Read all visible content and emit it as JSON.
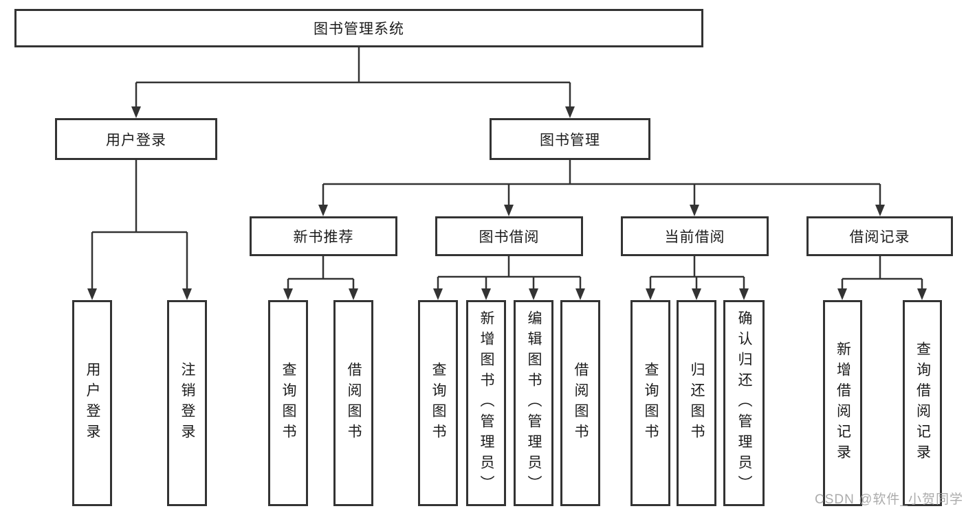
{
  "diagram": {
    "title": "图书管理系统",
    "tree": {
      "label": "图书管理系统",
      "children": [
        {
          "label": "用户登录",
          "children": [
            {
              "label": "用户登录"
            },
            {
              "label": "注销登录"
            }
          ]
        },
        {
          "label": "图书管理",
          "children": [
            {
              "label": "新书推荐",
              "children": [
                {
                  "label": "查询图书"
                },
                {
                  "label": "借阅图书"
                }
              ]
            },
            {
              "label": "图书借阅",
              "children": [
                {
                  "label": "查询图书"
                },
                {
                  "label": "新增图书（管理员）"
                },
                {
                  "label": "编辑图书（管理员）"
                },
                {
                  "label": "借阅图书"
                }
              ]
            },
            {
              "label": "当前借阅",
              "children": [
                {
                  "label": "查询图书"
                },
                {
                  "label": "归还图书"
                },
                {
                  "label": "确认归还（管理员）"
                }
              ]
            },
            {
              "label": "借阅记录",
              "children": [
                {
                  "label": "新增借阅记录"
                },
                {
                  "label": "查询借阅记录"
                }
              ]
            }
          ]
        }
      ]
    },
    "line_color": "#333333",
    "box_background": "#ffffff",
    "text_color": "#1c1c1c"
  },
  "watermark": {
    "text": "CSDN @软件_小贺同学"
  }
}
